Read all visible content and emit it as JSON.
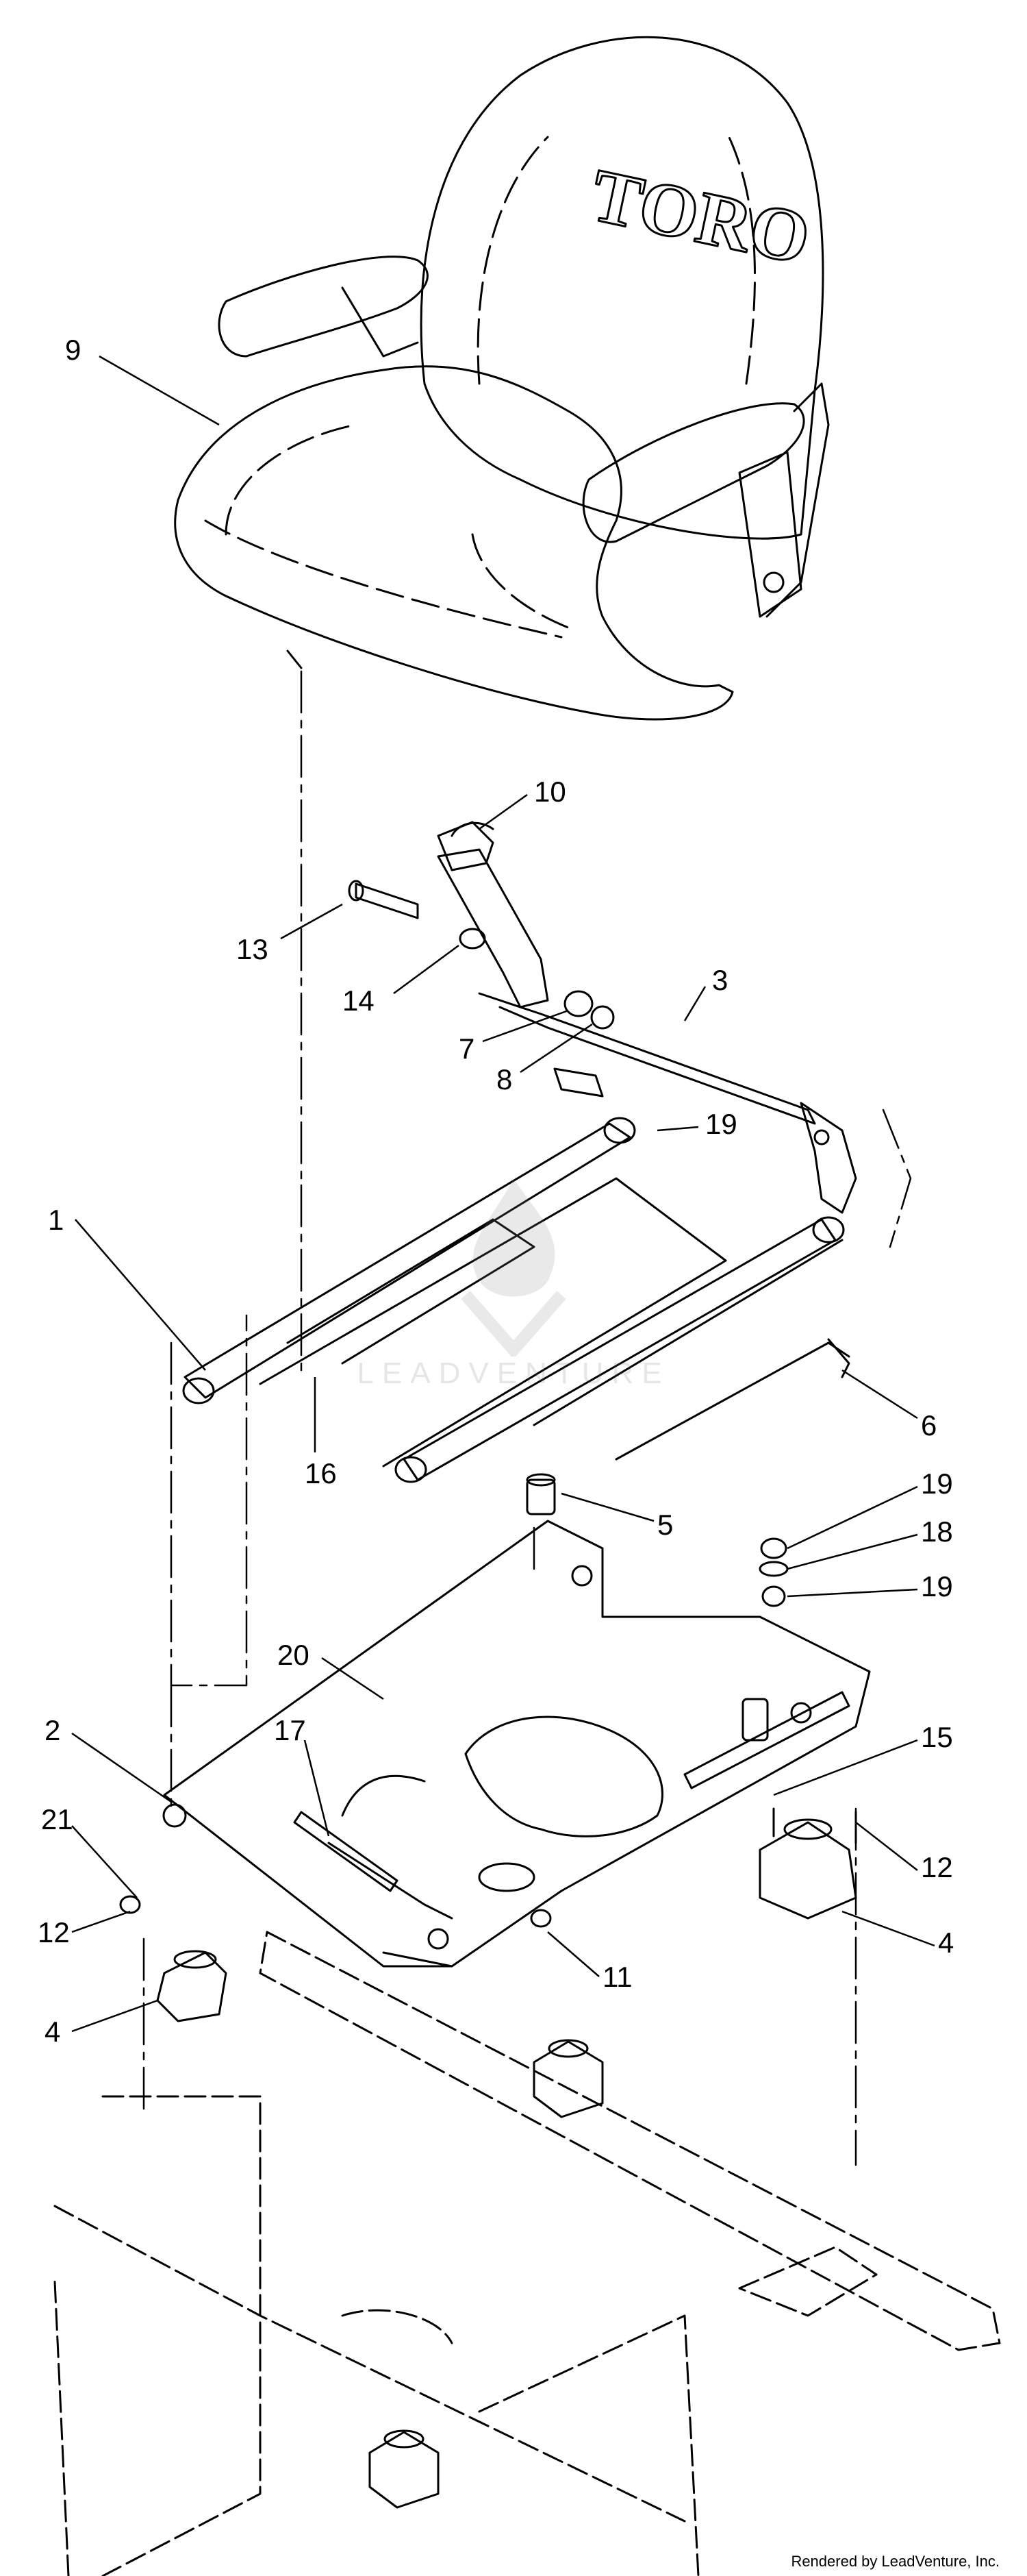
{
  "diagram": {
    "seat_brand": "TORO",
    "watermark_text": "LEADVENTURE",
    "footer_credit": "Rendered by LeadVenture, Inc.",
    "callouts": {
      "c1": "1",
      "c2": "2",
      "c3": "3",
      "c4a": "4",
      "c4b": "4",
      "c5": "5",
      "c6": "6",
      "c7": "7",
      "c8": "8",
      "c9": "9",
      "c10": "10",
      "c11": "11",
      "c12a": "12",
      "c12b": "12",
      "c13": "13",
      "c14": "14",
      "c15": "15",
      "c16": "16",
      "c17": "17",
      "c18": "18",
      "c19a": "19",
      "c19b": "19",
      "c19c": "19",
      "c20": "20",
      "c21": "21"
    }
  }
}
